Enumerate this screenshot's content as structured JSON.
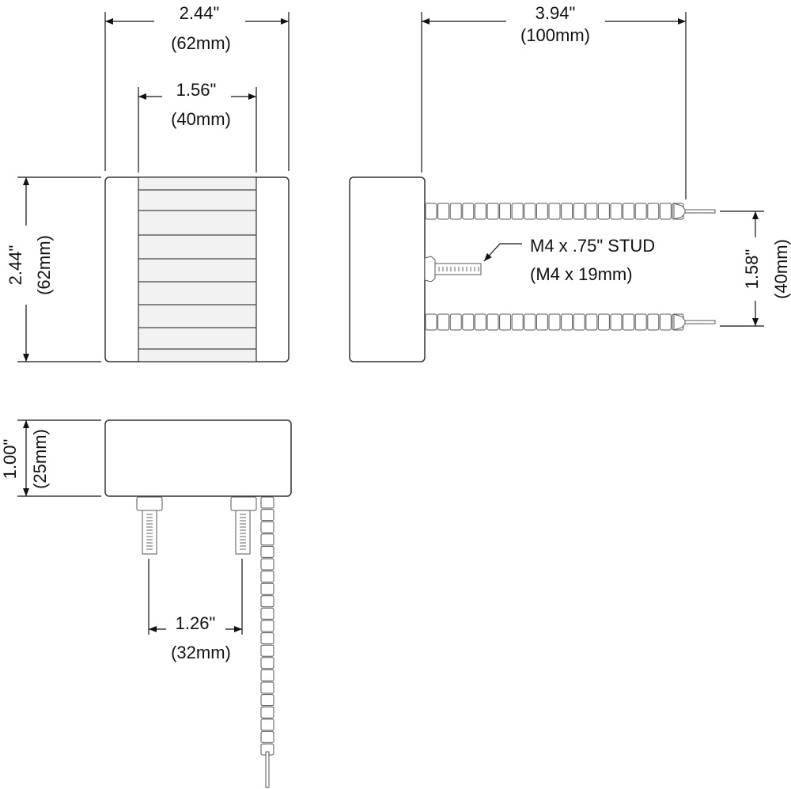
{
  "top_view": {
    "width_in": "2.44\"",
    "width_mm": "(62mm)",
    "fin_width_in": "1.56\"",
    "fin_width_mm": "(40mm)",
    "height_in": "2.44\"",
    "height_mm": "(62mm)"
  },
  "side_view": {
    "length_in": "3.94\"",
    "length_mm": "(100mm)",
    "tube_spacing_in": "1.58\"",
    "tube_spacing_mm": "(40mm)",
    "stud_label": "M4 x .75\" STUD",
    "stud_label_mm": "(M4 x 19mm)"
  },
  "bottom_view": {
    "thickness_in": "1.00\"",
    "thickness_mm": "(25mm)",
    "stud_spacing_in": "1.26\"",
    "stud_spacing_mm": "(32mm)"
  },
  "colors": {
    "line": "#111111",
    "fin": "#f2f2f2"
  }
}
